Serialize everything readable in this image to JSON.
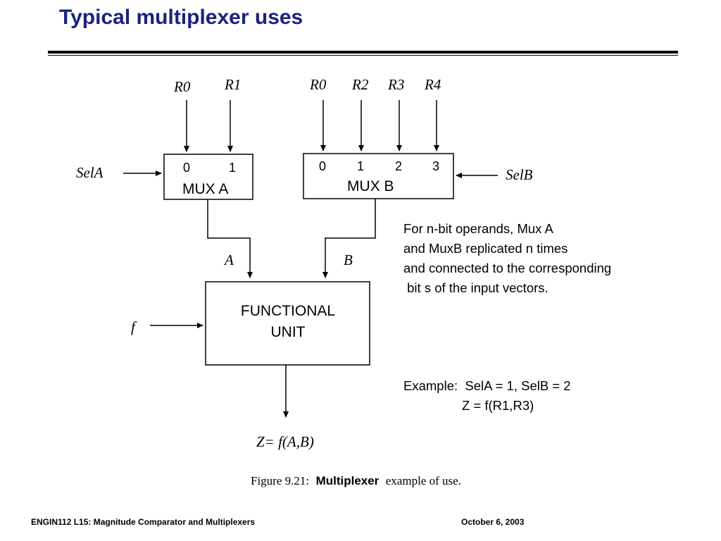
{
  "slide": {
    "title": "Typical multiplexer uses"
  },
  "diagram": {
    "mux_a": {
      "inputs": [
        "R0",
        "R1"
      ],
      "ports": [
        "0",
        "1"
      ],
      "label": "MUX A",
      "select": "SelA",
      "output": "A"
    },
    "mux_b": {
      "inputs": [
        "R0",
        "R2",
        "R3",
        "R4"
      ],
      "ports": [
        "0",
        "1",
        "2",
        "3"
      ],
      "label": "MUX B",
      "select": "SelB",
      "output": "B"
    },
    "functional_unit": {
      "label_line1": "FUNCTIONAL",
      "label_line2": "UNIT",
      "control": "f",
      "output": "Z= f(A,B)"
    },
    "caption": {
      "figure": "Figure 9.21:",
      "bold": "Multiplexer",
      "rest": "example of use."
    }
  },
  "notes": {
    "replication": "For n-bit operands, Mux A\nand MuxB replicated n times\nand connected to the corresponding\n bit s of the input vectors.",
    "example_line1": "Example:  SelA = 1, SelB = 2",
    "example_line2": "Z = f(R1,R3)"
  },
  "footer": {
    "left": "ENGIN112  L15: Magnitude Comparator and Multiplexers",
    "right": "October 6, 2003"
  }
}
